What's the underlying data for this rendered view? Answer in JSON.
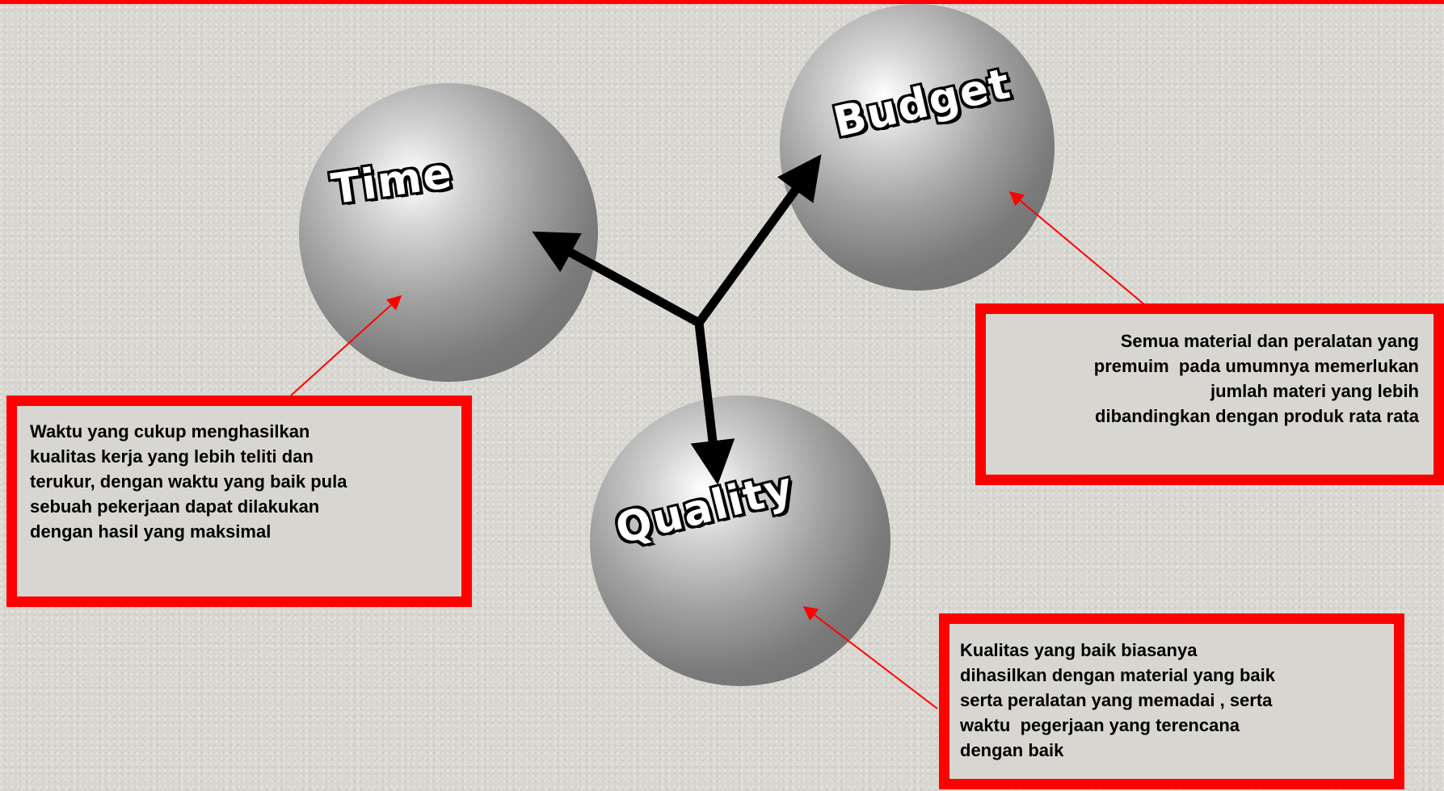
{
  "diagram": {
    "nodes": {
      "time": "Time",
      "budget": "Budget",
      "quality": "Quality"
    },
    "colors": {
      "callout_border": "#ff0000",
      "arrow": "#000000",
      "pointer_line": "#ff0000",
      "sphere": "#8a8a8a"
    },
    "callouts": {
      "time": {
        "lines": [
          "Waktu yang cukup menghasilkan",
          "kualitas kerja yang lebih teliti dan",
          "terukur, dengan waktu yang baik pula",
          "sebuah pekerjaan dapat dilakukan",
          "dengan hasil yang maksimal"
        ]
      },
      "budget": {
        "lines": [
          "Semua material dan peralatan yang",
          "premuim  pada umumnya memerlukan",
          "jumlah materi yang lebih",
          "dibandingkan dengan produk rata rata"
        ]
      },
      "quality": {
        "lines": [
          "Kualitas yang baik biasanya",
          "dihasilkan dengan material yang baik",
          "serta peralatan yang memadai , serta",
          "waktu  pegerjaan yang terencana",
          "dengan baik"
        ]
      }
    }
  }
}
